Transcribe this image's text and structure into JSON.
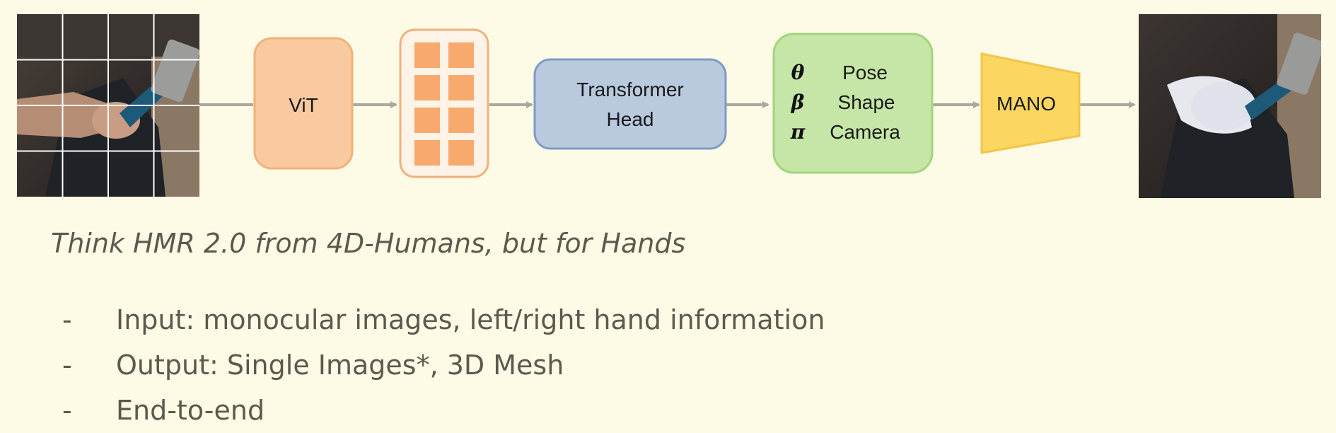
{
  "diagram": {
    "nodes": {
      "vit": "ViT",
      "transformer_line1": "Transformer",
      "transformer_line2": "Head",
      "mano": "MANO"
    },
    "outputs": [
      {
        "symbol": "θ",
        "label": "Pose"
      },
      {
        "symbol": "β",
        "label": "Shape"
      },
      {
        "symbol": "π",
        "label": "Camera"
      }
    ],
    "colors": {
      "vit_fill": "#f9c9a0",
      "vit_stroke": "#f2b07a",
      "token_fill": "#f7a96e",
      "transformer_fill": "#b9c9de",
      "transformer_stroke": "#7f9bc4",
      "params_fill": "#c5e6a6",
      "params_stroke": "#a3d47e",
      "mano_fill": "#fbd761",
      "mano_stroke": "#f2c44a",
      "arrow": "#a9a99c"
    },
    "icons": [
      "input-hand-image",
      "output-mesh-image"
    ]
  },
  "caption": "Think HMR 2.0 from 4D-Humans, but for Hands",
  "bullets": [
    {
      "marker": "-",
      "text": "Input: monocular images, left/right hand information"
    },
    {
      "marker": "-",
      "text": "Output: Single Images*, 3D Mesh"
    },
    {
      "marker": "-",
      "text": "End-to-end"
    }
  ]
}
